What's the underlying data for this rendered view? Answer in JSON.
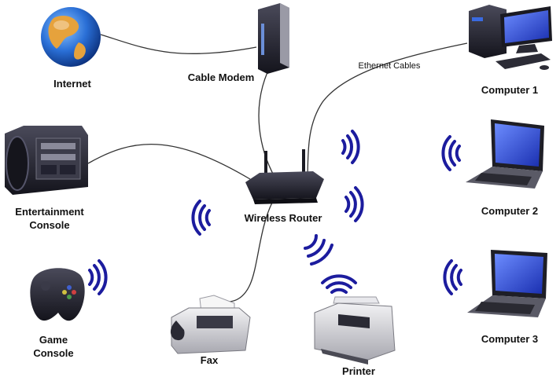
{
  "diagram": {
    "labels": {
      "internet": "Internet",
      "cable_modem": "Cable Modem",
      "ethernet_cables": "Ethernet Cables",
      "computer_1": "Computer 1",
      "entertainment_line1": "Entertainment",
      "entertainment_line2": "Console",
      "wireless_router": "Wireless Router",
      "computer_2": "Computer 2",
      "game_line1": "Game",
      "game_line2": "Console",
      "fax": "Fax",
      "printer": "Printer",
      "computer_3": "Computer 3"
    },
    "colors": {
      "wave": "#1c1c9e",
      "cable": "#333333",
      "screen": "#2b4fd8",
      "device_dark": "#1e1e2a",
      "device_gray": "#c8c8cc"
    },
    "icons": [
      "globe-icon",
      "cable-modem-icon",
      "desktop-computer-icon",
      "stereo-icon",
      "router-icon",
      "laptop-icon",
      "gamepad-icon",
      "fax-icon",
      "printer-icon",
      "wireless-waves-icon"
    ]
  }
}
